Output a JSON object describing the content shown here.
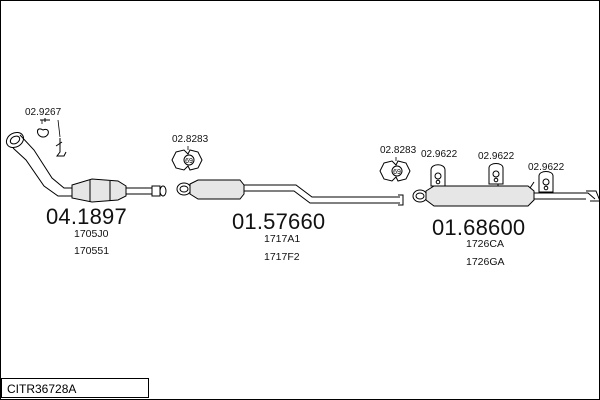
{
  "diagram": {
    "title": "CITR36728A",
    "parts": [
      {
        "number": "04.1897",
        "refs": [
          "1705J0",
          "170551"
        ]
      },
      {
        "number": "01.57660",
        "refs": [
          "1717A1",
          "1717F2"
        ]
      },
      {
        "number": "01.68600",
        "refs": [
          "1726CA",
          "1726GA"
        ]
      }
    ],
    "accessories": [
      {
        "code": "02.9267"
      },
      {
        "code": "02.8283",
        "badge": "69"
      },
      {
        "code": "02.8283",
        "badge": "69"
      },
      {
        "code": "02.9622"
      },
      {
        "code": "02.9622"
      },
      {
        "code": "02.9622"
      }
    ]
  }
}
